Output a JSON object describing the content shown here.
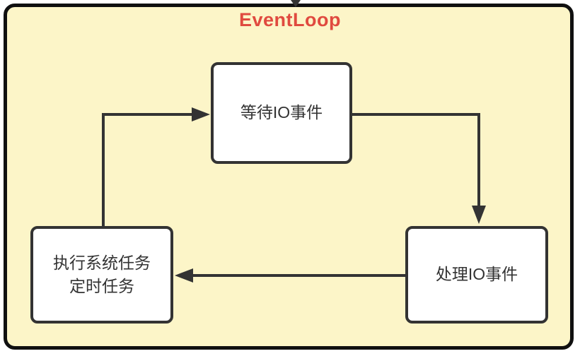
{
  "diagram": {
    "title": "EventLoop",
    "nodes": [
      {
        "id": "wait-io",
        "label": "等待IO事件"
      },
      {
        "id": "process-io",
        "label": "处理IO事件"
      },
      {
        "id": "system-tasks",
        "label_line1": "执行系统任务",
        "label_line2": "定时任务"
      }
    ],
    "edges": [
      {
        "from": "outside-top",
        "to": "eventloop-frame"
      },
      {
        "from": "system-tasks",
        "to": "wait-io"
      },
      {
        "from": "wait-io",
        "to": "process-io"
      },
      {
        "from": "process-io",
        "to": "system-tasks"
      }
    ]
  },
  "colors": {
    "page-bg": "#FFFFFF",
    "frame-fill": "#FCF5C8",
    "frame-border": "#101010",
    "node-fill": "#FFFFFF",
    "node-border": "#333333",
    "node-text": "#333333",
    "arrow": "#333333",
    "title": "#E04A3F"
  }
}
